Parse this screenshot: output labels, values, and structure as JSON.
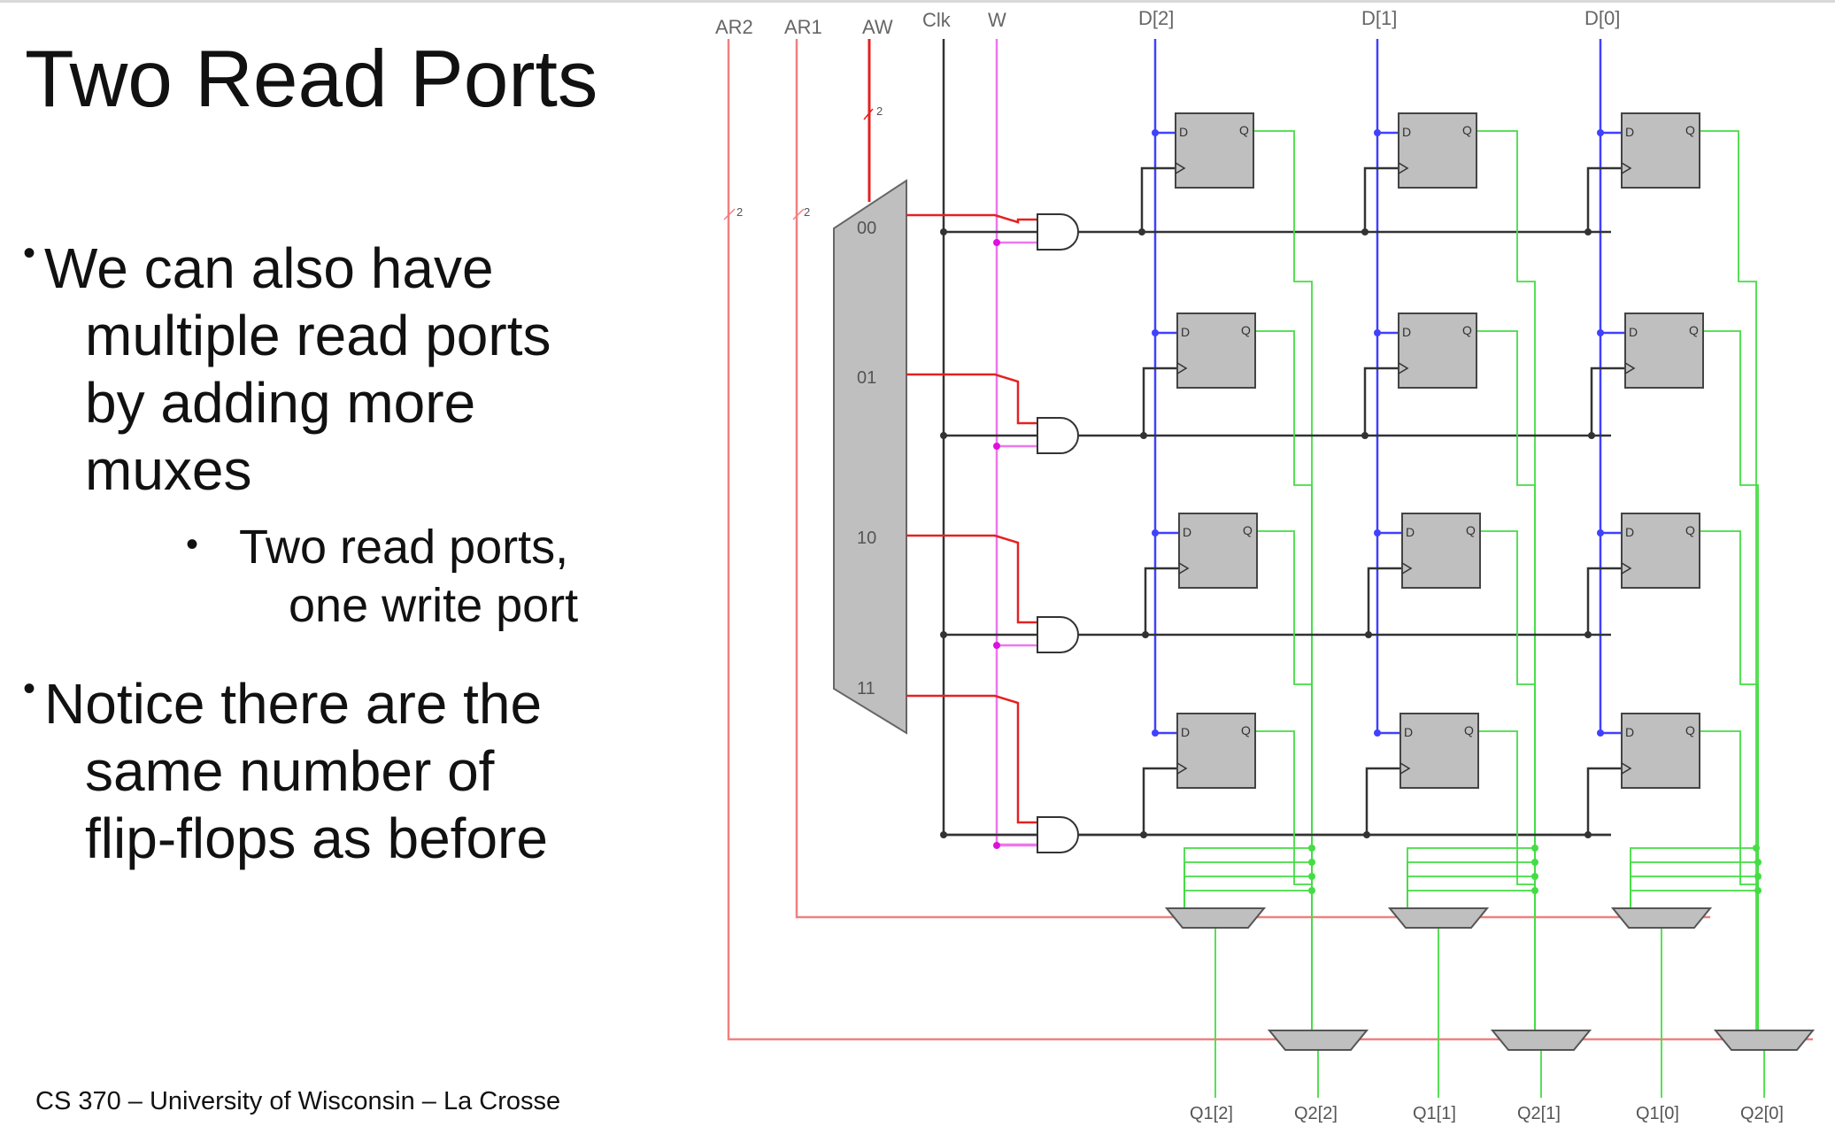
{
  "slide": {
    "title": "Two Read Ports",
    "bullets": [
      {
        "lines": [
          "We can also have",
          "multiple read ports",
          "by adding more",
          "muxes"
        ]
      },
      {
        "lines": [
          "Notice there are the",
          "same number of",
          "flip-flops as before"
        ]
      }
    ],
    "sub_bullet": {
      "lines": [
        "Two read ports,",
        "one write port"
      ]
    },
    "footer": "CS 370 – University of Wisconsin – La Crosse"
  },
  "diagram": {
    "signals": {
      "ar2": "AR2",
      "ar1": "AR1",
      "aw": "AW",
      "clk": "Clk",
      "w": "W"
    },
    "data_inputs": [
      "D[2]",
      "D[1]",
      "D[0]"
    ],
    "decoder_outputs": [
      "00",
      "01",
      "10",
      "11"
    ],
    "bus_width": "2",
    "ff_labels": {
      "d": "D",
      "q": "Q"
    },
    "outputs": [
      "Q1[2]",
      "Q2[2]",
      "Q1[1]",
      "Q2[1]",
      "Q1[0]",
      "Q2[0]"
    ],
    "colors": {
      "ar": "#f08080",
      "ar_bright": "#e32222",
      "clk": "#333333",
      "w": "#ee77ee",
      "w_dot": "#dd11dd",
      "data": "#4040ff",
      "q": "#44dd44",
      "ff_fill": "#bfbfbf",
      "mux_fill": "#bfbfbf"
    }
  }
}
